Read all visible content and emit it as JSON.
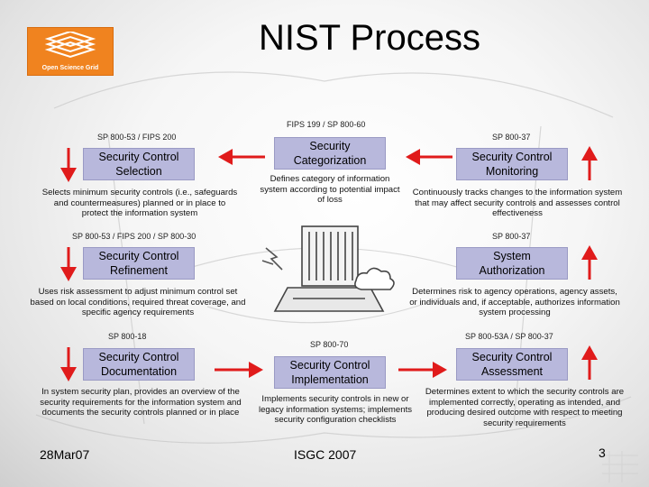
{
  "title": "NIST Process",
  "logo": {
    "text": "Open Science Grid"
  },
  "colors": {
    "box_fill": "#b8b8dc",
    "arrow": "#e01b1b",
    "logo_orange": "#f0831f"
  },
  "steps": {
    "categorization": {
      "ref": "FIPS 199 / SP 800-60",
      "label": "Security\nCategorization",
      "desc": "Defines category of information system according to potential impact of loss"
    },
    "selection": {
      "ref": "SP 800-53 / FIPS 200",
      "label": "Security Control\nSelection",
      "desc": "Selects minimum security controls (i.e., safeguards and countermeasures) planned or in place to protect the information system"
    },
    "monitoring": {
      "ref": "SP 800-37",
      "label": "Security Control\nMonitoring",
      "desc": "Continuously tracks changes to the information system that may affect security controls and assesses control effectiveness"
    },
    "refinement": {
      "ref": "SP 800-53 / FIPS 200 / SP 800-30",
      "label": "Security Control\nRefinement",
      "desc": "Uses risk assessment to adjust minimum control set based on local conditions, required threat coverage, and specific agency requirements"
    },
    "authorization": {
      "ref": "SP 800-37",
      "label": "System\nAuthorization",
      "desc": "Determines risk to agency operations, agency assets, or individuals and, if acceptable, authorizes information system processing"
    },
    "documentation": {
      "ref": "SP 800-18",
      "label": "Security Control\nDocumentation",
      "desc": "In system security plan, provides an overview of the security requirements for the information system and documents the security controls planned or in place"
    },
    "implementation": {
      "ref": "SP 800-70",
      "label": "Security Control\nImplementation",
      "desc": "Implements security controls in new or legacy information systems; implements security configuration checklists"
    },
    "assessment": {
      "ref": "SP 800-53A / SP 800-37",
      "label": "Security Control\nAssessment",
      "desc": "Determines extent to which the security controls are implemented correctly, operating as intended, and producing desired outcome with respect to meeting security requirements"
    }
  },
  "footer": {
    "date": "28Mar07",
    "event": "ISGC 2007",
    "page": "3"
  }
}
